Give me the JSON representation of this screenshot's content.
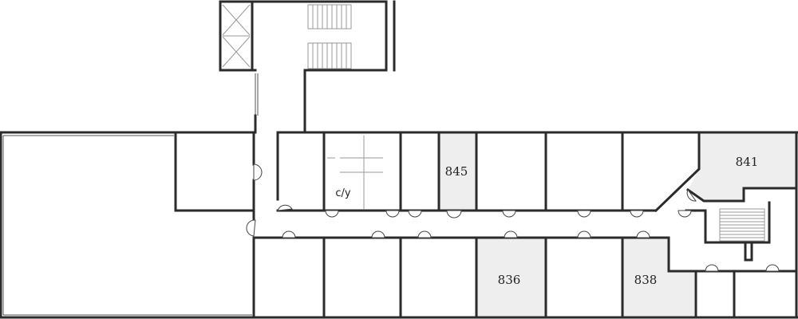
{
  "colors": {
    "highlight_fill": "#eeeeee",
    "wall": "#2b2b2b",
    "background": "#ffffff"
  },
  "rooms": [
    {
      "id": "845",
      "label": "845",
      "highlighted": true
    },
    {
      "id": "841",
      "label": "841",
      "highlighted": true
    },
    {
      "id": "836",
      "label": "836",
      "highlighted": true
    },
    {
      "id": "838",
      "label": "838",
      "highlighted": true
    },
    {
      "id": "cy",
      "label": "c/y",
      "highlighted": false
    }
  ],
  "icons": [
    "elevator-icon",
    "stairs-icon"
  ]
}
